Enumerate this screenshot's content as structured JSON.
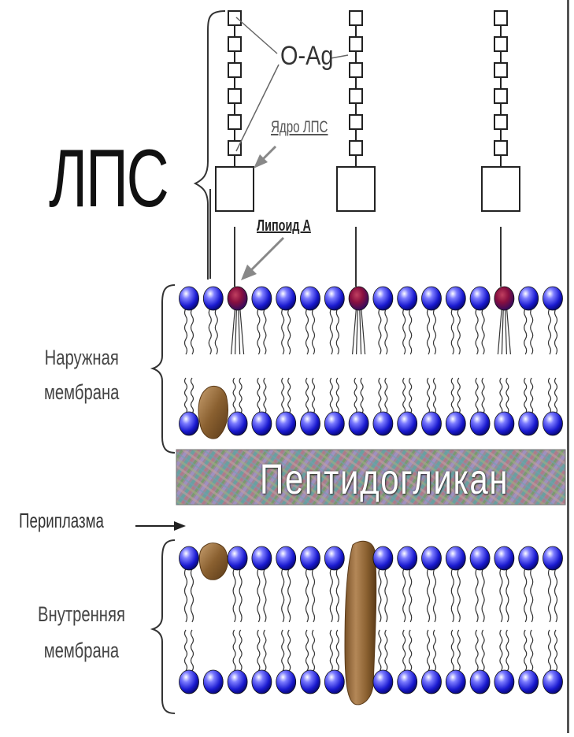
{
  "labels": {
    "lps": "ЛПС",
    "o_ag": "O-Ag",
    "core": "Ядро ЛПС",
    "lipid_a": "Липоид А",
    "outer_membrane_line1": "Наружная",
    "outer_membrane_line2": "мембрана",
    "peptidoglycan": "Пептидогликан",
    "periplasm": "Периплазма",
    "inner_membrane_line1": "Внутренняя",
    "inner_membrane_line2": "мембрана"
  },
  "colors": {
    "head_blue": "#2222cc",
    "lipid_a_head": "#8a1040",
    "protein": "#9a7040",
    "line": "#333333"
  }
}
